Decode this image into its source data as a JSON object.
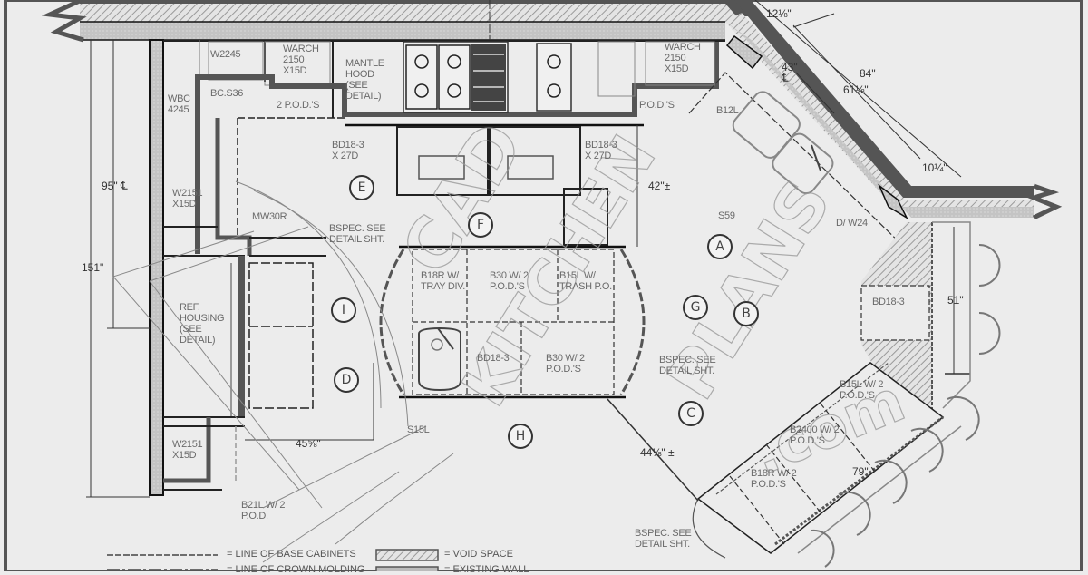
{
  "drawing": {
    "type": "kitchen floor plan",
    "watermark": [
      "CAD",
      "KITCHEN",
      "PLANS",
      ".com"
    ],
    "colors": {
      "background": "#ececec",
      "wall": "#555555",
      "line": "#222222",
      "annotation": "#6a6a6a"
    }
  },
  "cabinets": {
    "w2245": "W2245",
    "warch_left": "WARCH\n2150\nX15D",
    "warch_right": "WARCH\n2150\nX15D",
    "mantle_hood": "MANTLE\nHOOD\n(SEE\nDETAIL)",
    "wbc": "WBC\n4245",
    "bc_s36": "BC.S36",
    "pods_left": "2 P.O.D.'S",
    "pods_right": "P.O.D.'S",
    "bd18_left": "BD18-3\nX 27D",
    "bd18_right": "BD18-3\nX 27D",
    "w2151_top": "W2151\nX15D",
    "w2151_bottom": "W2151\nX15D",
    "mw30": "MW30R",
    "bspec_left": "BSPEC. SEE\nDETAIL SHT.",
    "ref_housing": "REF.\nHOUSING\n(SEE\nDETAIL)",
    "b12l": "B12L",
    "s59": "S59",
    "dw24": "D/ W24",
    "island": {
      "b18r_tray": "B18R W/\nTRAY DIV.",
      "b30_pods_top": "B30 W/ 2\nP.O.D.'S",
      "b15l_trash": "B15L W/\nTRASH P.O.",
      "bd18_3": "BD18-3",
      "b30_pods_bottom": "B30 W/ 2\nP.O.D.'S"
    },
    "bspec_mid": "BSPEC. SEE\nDETAIL SHT.",
    "bd18_right_bar": "BD18-3",
    "b15l_pods": "B15L W/ 2\nP.O.D.'S",
    "b2400_pods": "B2400 W/ 2\nP.O.D.'S",
    "b18r_pods": "B18R W/ 2\nP.O.D.'S",
    "bspec_bottom": "BSPEC. SEE\nDETAIL SHT.",
    "s15l": "S15L",
    "b21l": "B21L W/ 2\nP.O.D."
  },
  "dimensions": {
    "d95": "95\" ℄",
    "d151": "151\"",
    "d12": "12⅛\"",
    "d43": "43\"\n℄",
    "d84": "84\"",
    "d61": "61⅛\"",
    "d10": "10¼\"",
    "d42": "42\"±",
    "d51": "51\"",
    "d79": "79\"",
    "d44": "44⅛\" ±",
    "d45": "45⅝\""
  },
  "markers": [
    "A",
    "B",
    "C",
    "D",
    "E",
    "F",
    "G",
    "H",
    "I"
  ],
  "legend": {
    "base_cabinets": "= LINE OF BASE CABINETS",
    "void_space": "= VOID SPACE",
    "crown_molding": "= LINE OF CROWN MOLDING",
    "existing_wall": "= EXISTING WALL"
  }
}
